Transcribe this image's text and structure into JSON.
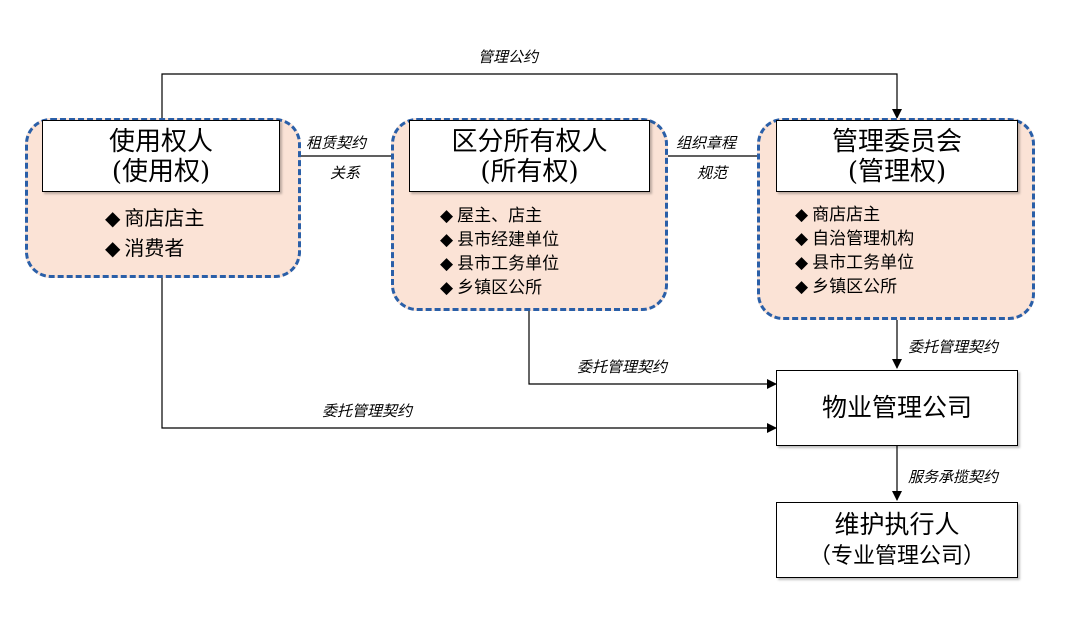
{
  "top_link_label": "管理公约",
  "groups": {
    "user": {
      "title_line1": "使用权人",
      "title_line2": "(使用权)",
      "bullet": "◆",
      "items": [
        "商店店主",
        "消费者"
      ]
    },
    "owner": {
      "title_line1": "区分所有权人",
      "title_line2": "(所有权)",
      "bullet": "◆",
      "items": [
        "屋主、店主",
        "县市经建单位",
        "县市工务单位",
        "乡镇区公所"
      ]
    },
    "committee": {
      "title_line1": "管理委员会",
      "title_line2": "(管理权)",
      "bullet": "◆",
      "items": [
        "商店店主",
        "自治管理机构",
        "县市工务单位",
        "乡镇区公所"
      ]
    }
  },
  "links": {
    "lease_line1": "租赁契约",
    "lease_line2": "关系",
    "charter_line1": "组织章程",
    "charter_line2": "规范",
    "entrust_committee": "委托管理契约",
    "entrust_owner": "委托管理契约",
    "entrust_user": "委托管理契约",
    "service_contract": "服务承揽契约"
  },
  "property_company": "物业管理公司",
  "executor": {
    "line1": "维护执行人",
    "line2": "（专业管理公司）"
  }
}
